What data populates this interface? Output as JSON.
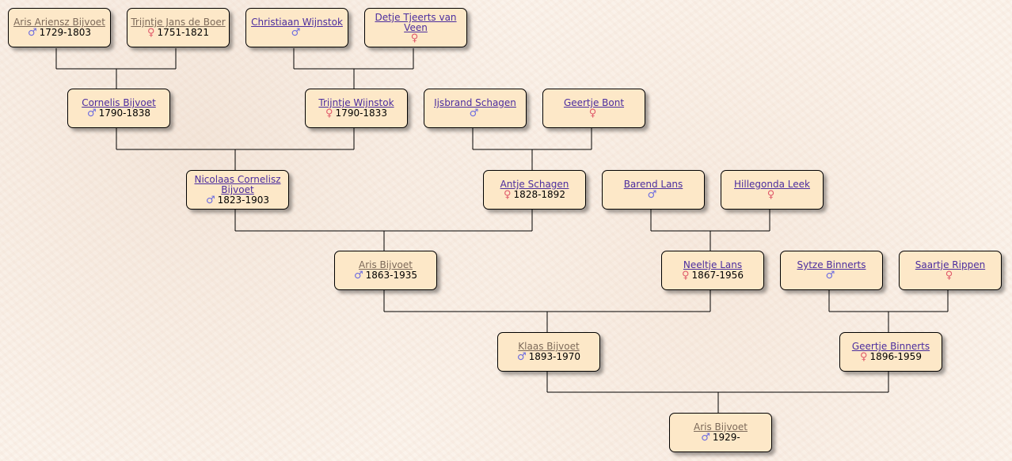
{
  "colors": {
    "box_fill": "#fde8c8",
    "visited_link": "#7d6a5a",
    "unvisited_link": "#4b2d9e",
    "male_symbol": "#6a6ae0",
    "female_symbol": "#e05a6a"
  },
  "symbols": {
    "male": "♂",
    "female": "♀"
  },
  "people": {
    "aris_ariensz": {
      "name": "Aris Ariensz Bijvoet",
      "dates": "1729-1803"
    },
    "trijntje_jans": {
      "name": "Trijntje Jans de Boer",
      "dates": "1751-1821"
    },
    "christiaan": {
      "name": "Christiaan Wijnstok",
      "dates": ""
    },
    "detje": {
      "name": "Detje Tjeerts van Veen",
      "dates": ""
    },
    "cornelis": {
      "name": "Cornelis Bijvoet",
      "dates": "1790-1838"
    },
    "trijntje_wijnstok": {
      "name": "Trijntje Wijnstok",
      "dates": "1790-1833"
    },
    "ijsbrand": {
      "name": "Ijsbrand Schagen",
      "dates": ""
    },
    "geertje_bont": {
      "name": "Geertje Bont",
      "dates": ""
    },
    "nicolaas": {
      "name": "Nicolaas Cornelisz Bijvoet",
      "dates": "1823-1903"
    },
    "antje": {
      "name": "Antje Schagen",
      "dates": "1828-1892"
    },
    "barend": {
      "name": "Barend Lans",
      "dates": ""
    },
    "hillegonda": {
      "name": "Hillegonda Leek",
      "dates": ""
    },
    "aris_1863": {
      "name": "Aris Bijvoet",
      "dates": "1863-1935"
    },
    "neeltje": {
      "name": "Neeltje Lans",
      "dates": "1867-1956"
    },
    "sytze": {
      "name": "Sytze Binnerts",
      "dates": ""
    },
    "saartje": {
      "name": "Saartje Rippen",
      "dates": ""
    },
    "klaas": {
      "name": "Klaas Bijvoet",
      "dates": "1893-1970"
    },
    "geertje_binnerts": {
      "name": "Geertje Binnerts",
      "dates": "1896-1959"
    },
    "aris_1929": {
      "name": "Aris Bijvoet",
      "dates": "1929-"
    }
  }
}
